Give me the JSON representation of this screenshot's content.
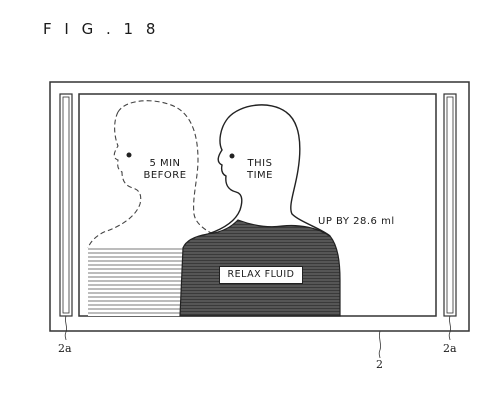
{
  "figure": {
    "title": "F I G . 1 8"
  },
  "labels": {
    "bezel_left": "2a",
    "bezel_right": "2a",
    "device": "2"
  },
  "screen": {
    "before_text_line1": "5 MIN",
    "before_text_line2": "BEFORE",
    "now_text_line1": "THIS",
    "now_text_line2": "TIME",
    "change_text": "UP BY 28.6 ml",
    "fluid_label": "RELAX FLUID"
  }
}
